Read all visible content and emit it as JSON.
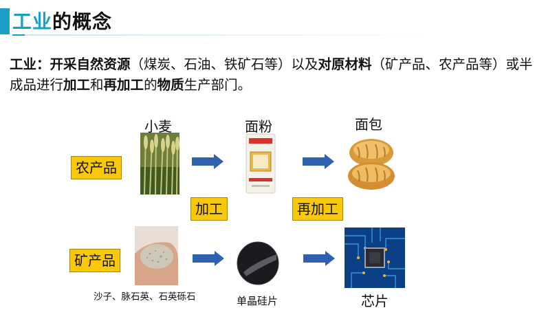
{
  "header": {
    "title_part1": "工业",
    "title_part2": "的概念",
    "accent_color": "#1aa0c8"
  },
  "definition": {
    "t1": "工业：开采自然资源",
    "t2": "（煤炭、石油、铁矿石等）以及",
    "t3": "对原材料",
    "t4": "（矿产品、农产品等）或半成品进行",
    "t5": "加工",
    "t6": "和",
    "t7": "再加工",
    "t8": "的",
    "t9": "物质",
    "t10": "生产部门。"
  },
  "row_agri": {
    "category": "农产品",
    "raw_label": "小麦",
    "processed_label": "面粉",
    "product_label": "面包",
    "raw_image": "wheat-photo",
    "processed_image": "flour-bag-photo",
    "product_image": "bread-photo"
  },
  "row_mineral": {
    "category": "矿产品",
    "raw_label": "沙子、脉石英、石英砾石",
    "processed_label": "单晶硅片",
    "product_label": "芯片",
    "raw_image": "sand-in-hand-photo",
    "processed_image": "silicon-wafer-photo",
    "product_image": "chip-circuit-photo"
  },
  "process": {
    "step1": "加工",
    "step2": "再加工",
    "tag_color": "#f9c80a"
  },
  "icons": {
    "arrow": "arrow-right-icon",
    "arrow_color": "#2e62b0"
  }
}
